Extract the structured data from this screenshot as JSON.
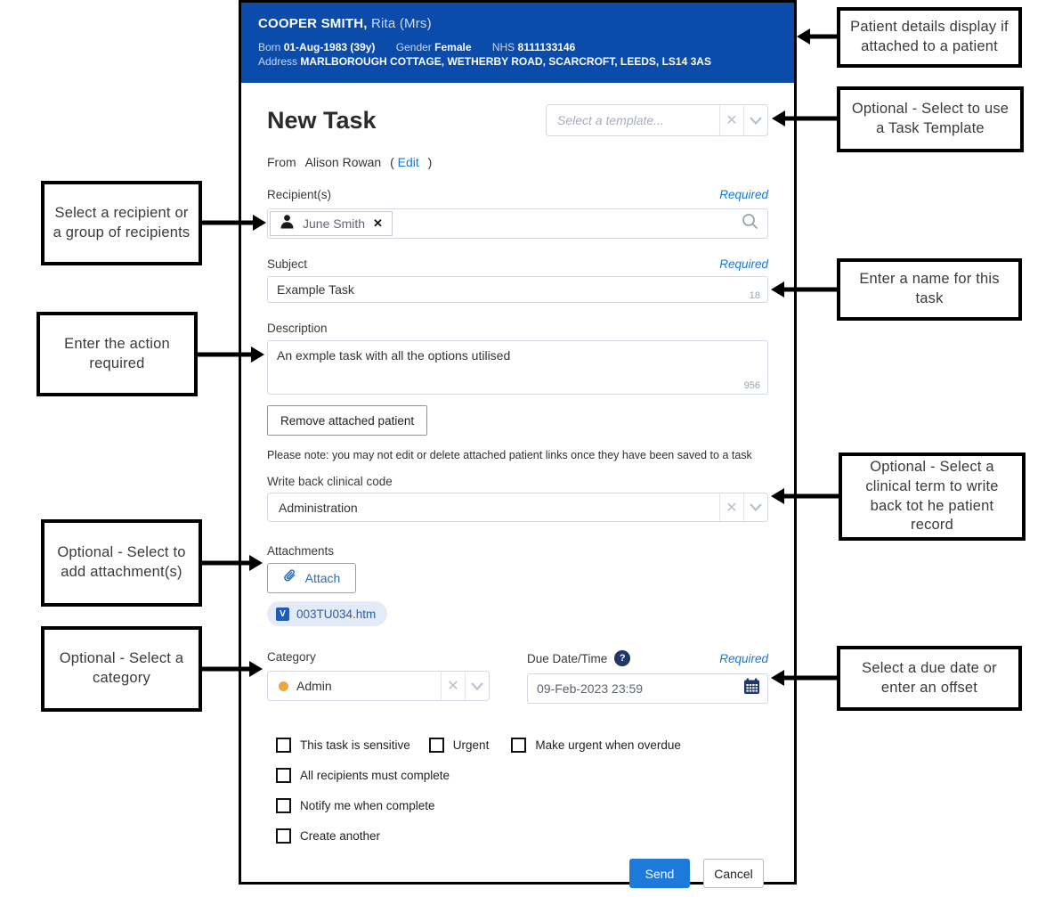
{
  "patient_banner": {
    "name_bold": "COOPER SMITH,",
    "name_rest": "Rita (Mrs)",
    "born_label": "Born",
    "born_value": "01-Aug-1983 (39y)",
    "gender_label": "Gender",
    "gender_value": "Female",
    "nhs_label": "NHS",
    "nhs_value": "8111133146",
    "address_label": "Address",
    "address_value": "MARLBOROUGH COTTAGE,  WETHERBY ROAD, SCARCROFT, LEEDS, LS14 3AS"
  },
  "form": {
    "title": "New Task",
    "template_placeholder": "Select a template...",
    "from_label": "From",
    "from_value": "Alison Rowan",
    "edit_open_paren": "(",
    "edit_link": "Edit",
    "edit_close_paren": ")",
    "required": "Required",
    "recipients": {
      "label": "Recipient(s)",
      "chip_name": "June Smith"
    },
    "subject": {
      "label": "Subject",
      "value": "Example Task",
      "counter": "18"
    },
    "description": {
      "label": "Description",
      "value": "An exmple task with all the options utilised",
      "counter": "956"
    },
    "remove_patient_button": "Remove attached patient",
    "note": "Please note: you may not edit or delete attached patient links once they have been saved to a task",
    "writeback": {
      "label": "Write back clinical code",
      "value": "Administration"
    },
    "attachments": {
      "label": "Attachments",
      "attach_button": "Attach",
      "file_name": "003TU034.htm"
    },
    "category": {
      "label": "Category",
      "value": "Admin"
    },
    "due": {
      "label": "Due Date/Time",
      "value": "09-Feb-2023 23:59"
    },
    "checkboxes": [
      "This task is sensitive",
      "Urgent",
      "Make urgent when overdue",
      "All recipients must complete",
      "Notify me when complete",
      "Create another"
    ],
    "send_button": "Send",
    "cancel_button": "Cancel"
  },
  "icons": {
    "chip_remove": "✕",
    "clear": "✕",
    "help": "?",
    "file_letter": "V"
  },
  "callouts": {
    "patient_details": "Patient details display if attached to a patient",
    "template": "Optional - Select to use a Task Template",
    "recipient": "Select a recipient or a group of recipients",
    "subject": "Enter a name for this task",
    "description": "Enter the action required",
    "writeback": "Optional - Select a clinical term to write back tot he patient record",
    "attachments": "Optional - Select to add attachment(s)",
    "category": "Optional - Select a category",
    "due": "Select a due date or enter an offset"
  },
  "colors": {
    "banner_blue": "#0b4cab",
    "accent_blue": "#1878d2",
    "navy": "#1f3864",
    "category_orange": "#f2a33c",
    "send_blue": "#1d7ad9",
    "attachment_pill": "#e4ebf8"
  }
}
